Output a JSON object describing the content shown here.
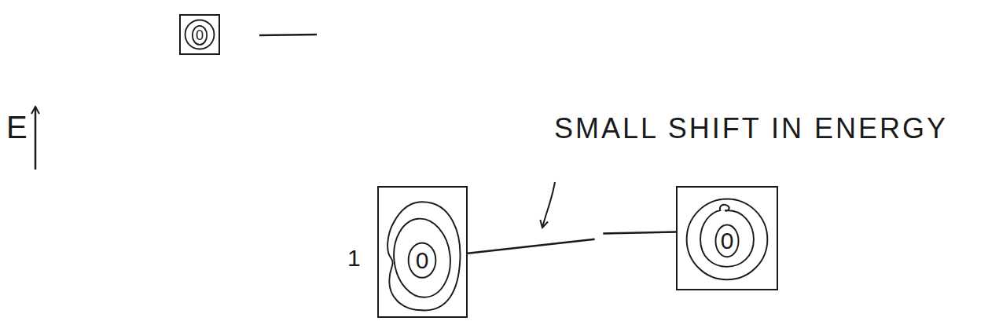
{
  "diagram": {
    "nodes": [
      {
        "text": [
          "0"
        ]
      },
      {
        "text": [
          "0",
          "1"
        ]
      },
      {
        "text": [
          "0"
        ]
      }
    ],
    "edges": [
      {
        "from": 1,
        "to": 2,
        "arrow": "none"
      }
    ],
    "labels": [
      "E",
      "SMALL SHIFT IN ENERGY"
    ]
  }
}
